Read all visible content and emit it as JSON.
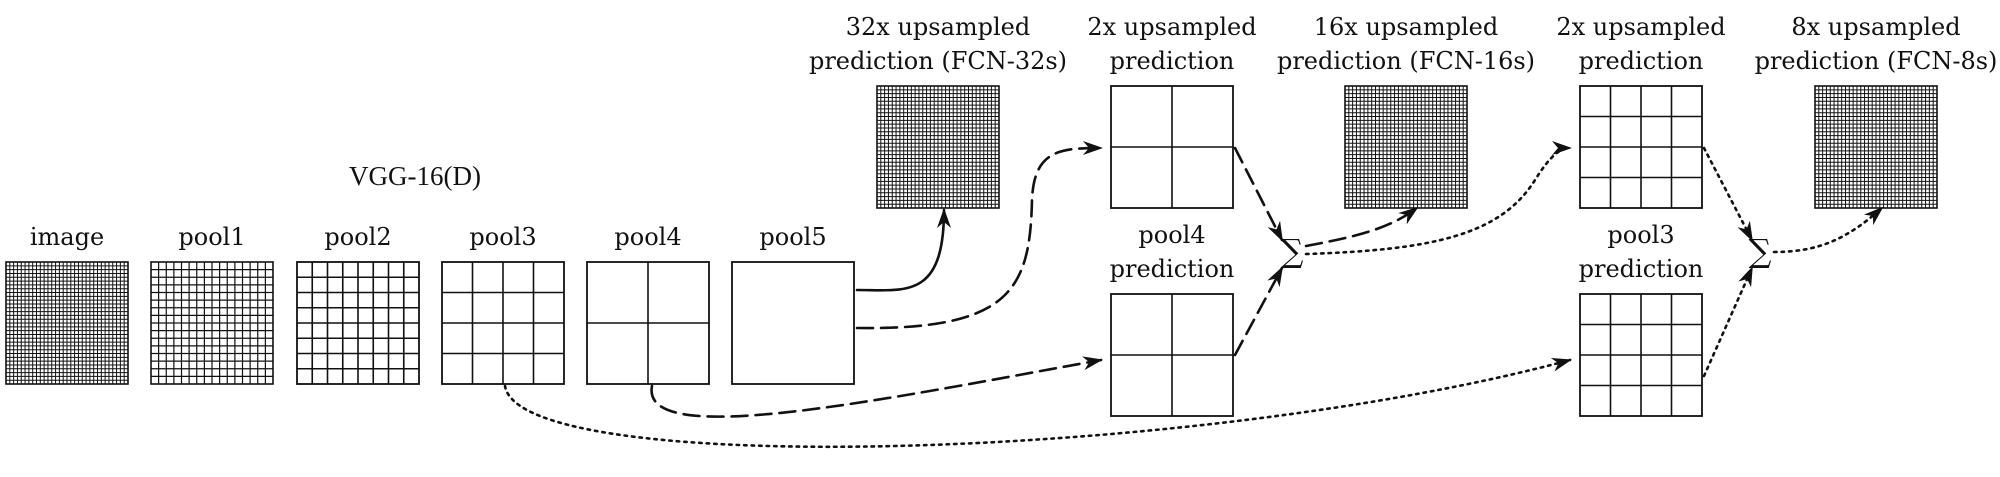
{
  "title": "VGG-16(D)",
  "sum_symbol": "∑",
  "grids": [
    {
      "id": "image",
      "label": [
        "image"
      ],
      "divisions": 32,
      "kind": "input"
    },
    {
      "id": "pool1",
      "label": [
        "pool1"
      ],
      "divisions": 16,
      "kind": "input"
    },
    {
      "id": "pool2",
      "label": [
        "pool2"
      ],
      "divisions": 8,
      "kind": "input"
    },
    {
      "id": "pool3",
      "label": [
        "pool3"
      ],
      "divisions": 4,
      "kind": "input"
    },
    {
      "id": "pool4",
      "label": [
        "pool4"
      ],
      "divisions": 2,
      "kind": "input"
    },
    {
      "id": "pool5",
      "label": [
        "pool5"
      ],
      "divisions": 1,
      "kind": "input"
    },
    {
      "id": "fcn32",
      "label": [
        "32x upsampled",
        "prediction (FCN-32s)"
      ],
      "divisions": 32,
      "kind": "output"
    },
    {
      "id": "up2a",
      "label": [
        "2x upsampled",
        "prediction"
      ],
      "divisions": 2,
      "kind": "step"
    },
    {
      "id": "pool4pred",
      "label": [
        "pool4",
        "prediction"
      ],
      "divisions": 2,
      "kind": "step"
    },
    {
      "id": "fcn16",
      "label": [
        "16x upsampled",
        "prediction (FCN-16s)"
      ],
      "divisions": 32,
      "kind": "output"
    },
    {
      "id": "up2b",
      "label": [
        "2x upsampled",
        "prediction"
      ],
      "divisions": 4,
      "kind": "step"
    },
    {
      "id": "pool3pred",
      "label": [
        "pool3",
        "prediction"
      ],
      "divisions": 4,
      "kind": "step"
    },
    {
      "id": "fcn8",
      "label": [
        "8x upsampled",
        "prediction (FCN-8s)"
      ],
      "divisions": 32,
      "kind": "output"
    }
  ],
  "connections": [
    {
      "from": "pool5",
      "to": "fcn32",
      "style": "solid"
    },
    {
      "from": "pool5",
      "to": "up2a",
      "style": "dashed"
    },
    {
      "from": "pool4",
      "to": "pool4pred",
      "style": "dashed"
    },
    {
      "from": "up2a",
      "to": "sum1",
      "style": "dashed"
    },
    {
      "from": "pool4pred",
      "to": "sum1",
      "style": "dashed"
    },
    {
      "from": "sum1",
      "to": "fcn16",
      "style": "dashed"
    },
    {
      "from": "sum1",
      "to": "up2b",
      "style": "dotted"
    },
    {
      "from": "pool3",
      "to": "pool3pred",
      "style": "dotted"
    },
    {
      "from": "up2b",
      "to": "sum2",
      "style": "dotted"
    },
    {
      "from": "pool3pred",
      "to": "sum2",
      "style": "dotted"
    },
    {
      "from": "sum2",
      "to": "fcn8",
      "style": "dotted"
    }
  ]
}
